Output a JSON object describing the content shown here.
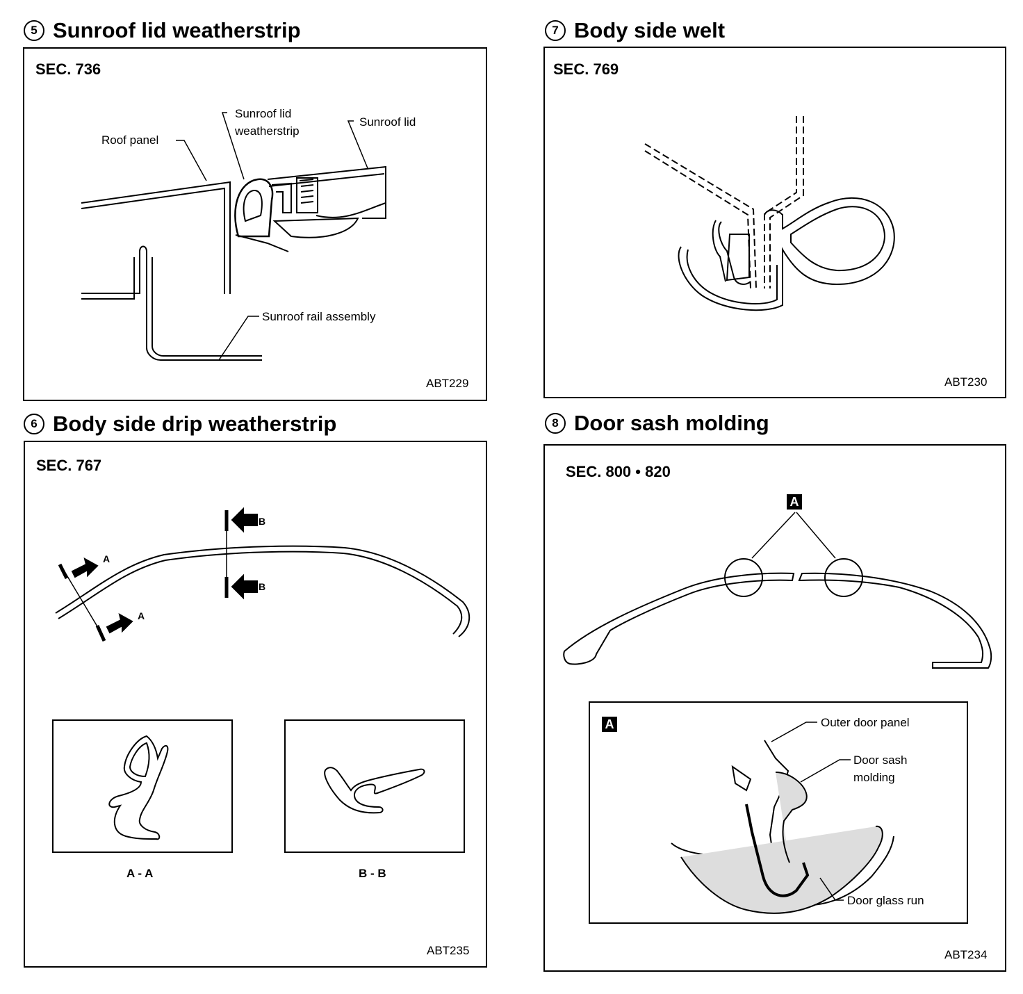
{
  "panels": {
    "p5": {
      "number": "5",
      "title": "Sunroof lid weatherstrip",
      "sec": "SEC. 736",
      "code": "ABT229",
      "labels": {
        "roof_panel": "Roof panel",
        "sunroof_lid_weatherstrip": "Sunroof lid weatherstrip",
        "sunroof_lid": "Sunroof lid",
        "sunroof_rail_assembly": "Sunroof rail assembly"
      }
    },
    "p6": {
      "number": "6",
      "title": "Body side drip weatherstrip",
      "sec": "SEC. 767",
      "code": "ABT235",
      "marks": {
        "a": "A",
        "b": "B"
      },
      "captions": {
        "aa": "A - A",
        "bb": "B - B"
      }
    },
    "p7": {
      "number": "7",
      "title": "Body side welt",
      "sec": "SEC. 769",
      "code": "ABT230"
    },
    "p8": {
      "number": "8",
      "title": "Door sash molding",
      "sec": "SEC. 800 • 820",
      "code": "ABT234",
      "detail_marker": "A",
      "labels": {
        "outer_door_panel": "Outer door panel",
        "door_sash_molding": "Door sash molding",
        "door_glass_run": "Door glass run"
      }
    }
  }
}
